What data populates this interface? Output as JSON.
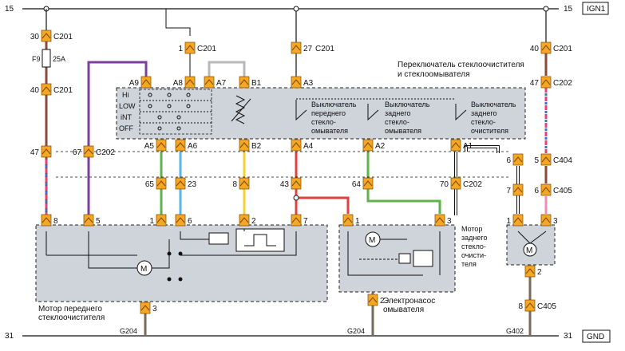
{
  "rails": {
    "top_left": "15",
    "top_right": "15",
    "top_tag": "IGN1",
    "bottom_left": "31",
    "bottom_right": "31",
    "bottom_tag": "GND"
  },
  "fuse": {
    "name": "F9",
    "rating": "25A"
  },
  "components": {
    "switch_title_1": "Переключатель стеклоочистителя",
    "switch_title_2": "и стеклоомывателя",
    "front_switch": [
      "Выключатель",
      "переднего",
      "стекло-",
      "омывателя"
    ],
    "rear_switch": [
      "Выключатель",
      "заднего",
      "стекло-",
      "омывателя"
    ],
    "rear_washer": [
      "Выключатель",
      "заднего",
      "стекло-",
      "очистителя"
    ],
    "modes": [
      "Hi",
      "LOW",
      "iNT",
      "OFF"
    ],
    "front_motor": [
      "Мотор переднего",
      "стеклоочистителя"
    ],
    "pump": [
      "Электронасос",
      "омывателя"
    ],
    "rear_motor": [
      "Мотор",
      "заднего",
      "стекло-",
      "очисти-",
      "теля"
    ]
  },
  "grounds": [
    "G204",
    "G204",
    "G402"
  ],
  "connectors": [
    {
      "id": "c201-30",
      "pin": "30",
      "conn": "C201"
    },
    {
      "id": "c201-40-l",
      "pin": "40",
      "conn": "C201"
    },
    {
      "id": "c202-47-l",
      "pin": "47",
      "conn": ""
    },
    {
      "id": "c202-67",
      "pin": "67",
      "conn": "C202"
    },
    {
      "id": "c201-1",
      "pin": "1",
      "conn": "C201"
    },
    {
      "id": "c201-27",
      "pin": "27",
      "conn": "C201"
    },
    {
      "id": "c201-40-r",
      "pin": "40",
      "conn": "C201"
    },
    {
      "id": "c202-47-r",
      "pin": "47",
      "conn": "C202"
    },
    {
      "id": "sw-a9",
      "pin": "A9",
      "conn": ""
    },
    {
      "id": "sw-a8",
      "pin": "A8",
      "conn": ""
    },
    {
      "id": "sw-a7",
      "pin": "A7",
      "conn": ""
    },
    {
      "id": "sw-b1",
      "pin": "B1",
      "conn": ""
    },
    {
      "id": "sw-a3",
      "pin": "A3",
      "conn": ""
    },
    {
      "id": "sw-a5",
      "pin": "A5",
      "conn": ""
    },
    {
      "id": "sw-a6",
      "pin": "A6",
      "conn": ""
    },
    {
      "id": "sw-b2",
      "pin": "B2",
      "conn": ""
    },
    {
      "id": "sw-a4",
      "pin": "A4",
      "conn": ""
    },
    {
      "id": "sw-a2",
      "pin": "A2",
      "conn": ""
    },
    {
      "id": "sw-a1",
      "pin": "A1",
      "conn": ""
    },
    {
      "id": "c404-6",
      "pin": "6",
      "conn": ""
    },
    {
      "id": "c404-5",
      "pin": "5",
      "conn": "C404"
    },
    {
      "id": "h-65",
      "pin": "65",
      "conn": ""
    },
    {
      "id": "h-23",
      "pin": "23",
      "conn": ""
    },
    {
      "id": "h-8",
      "pin": "8",
      "conn": ""
    },
    {
      "id": "h-43",
      "pin": "43",
      "conn": ""
    },
    {
      "id": "h-64",
      "pin": "64",
      "conn": ""
    },
    {
      "id": "h-70",
      "pin": "70",
      "conn": "C202"
    },
    {
      "id": "c405-7",
      "pin": "7",
      "conn": ""
    },
    {
      "id": "c405-6",
      "pin": "6",
      "conn": "C405"
    },
    {
      "id": "fm-8",
      "pin": "8",
      "conn": ""
    },
    {
      "id": "fm-5",
      "pin": "5",
      "conn": ""
    },
    {
      "id": "fm-1",
      "pin": "1",
      "conn": ""
    },
    {
      "id": "fm-6",
      "pin": "6",
      "conn": ""
    },
    {
      "id": "fm-2",
      "pin": "2",
      "conn": ""
    },
    {
      "id": "fm-7",
      "pin": "7",
      "conn": ""
    },
    {
      "id": "pp-1",
      "pin": "1",
      "conn": ""
    },
    {
      "id": "pp-3",
      "pin": "3",
      "conn": ""
    },
    {
      "id": "rm-1",
      "pin": "1",
      "conn": ""
    },
    {
      "id": "rm-3",
      "pin": "3",
      "conn": ""
    },
    {
      "id": "rm-2",
      "pin": "2",
      "conn": ""
    },
    {
      "id": "fm-3",
      "pin": "3",
      "conn": ""
    },
    {
      "id": "pp-2",
      "pin": "2",
      "conn": ""
    },
    {
      "id": "c405-8",
      "pin": "8",
      "conn": "C405"
    }
  ]
}
